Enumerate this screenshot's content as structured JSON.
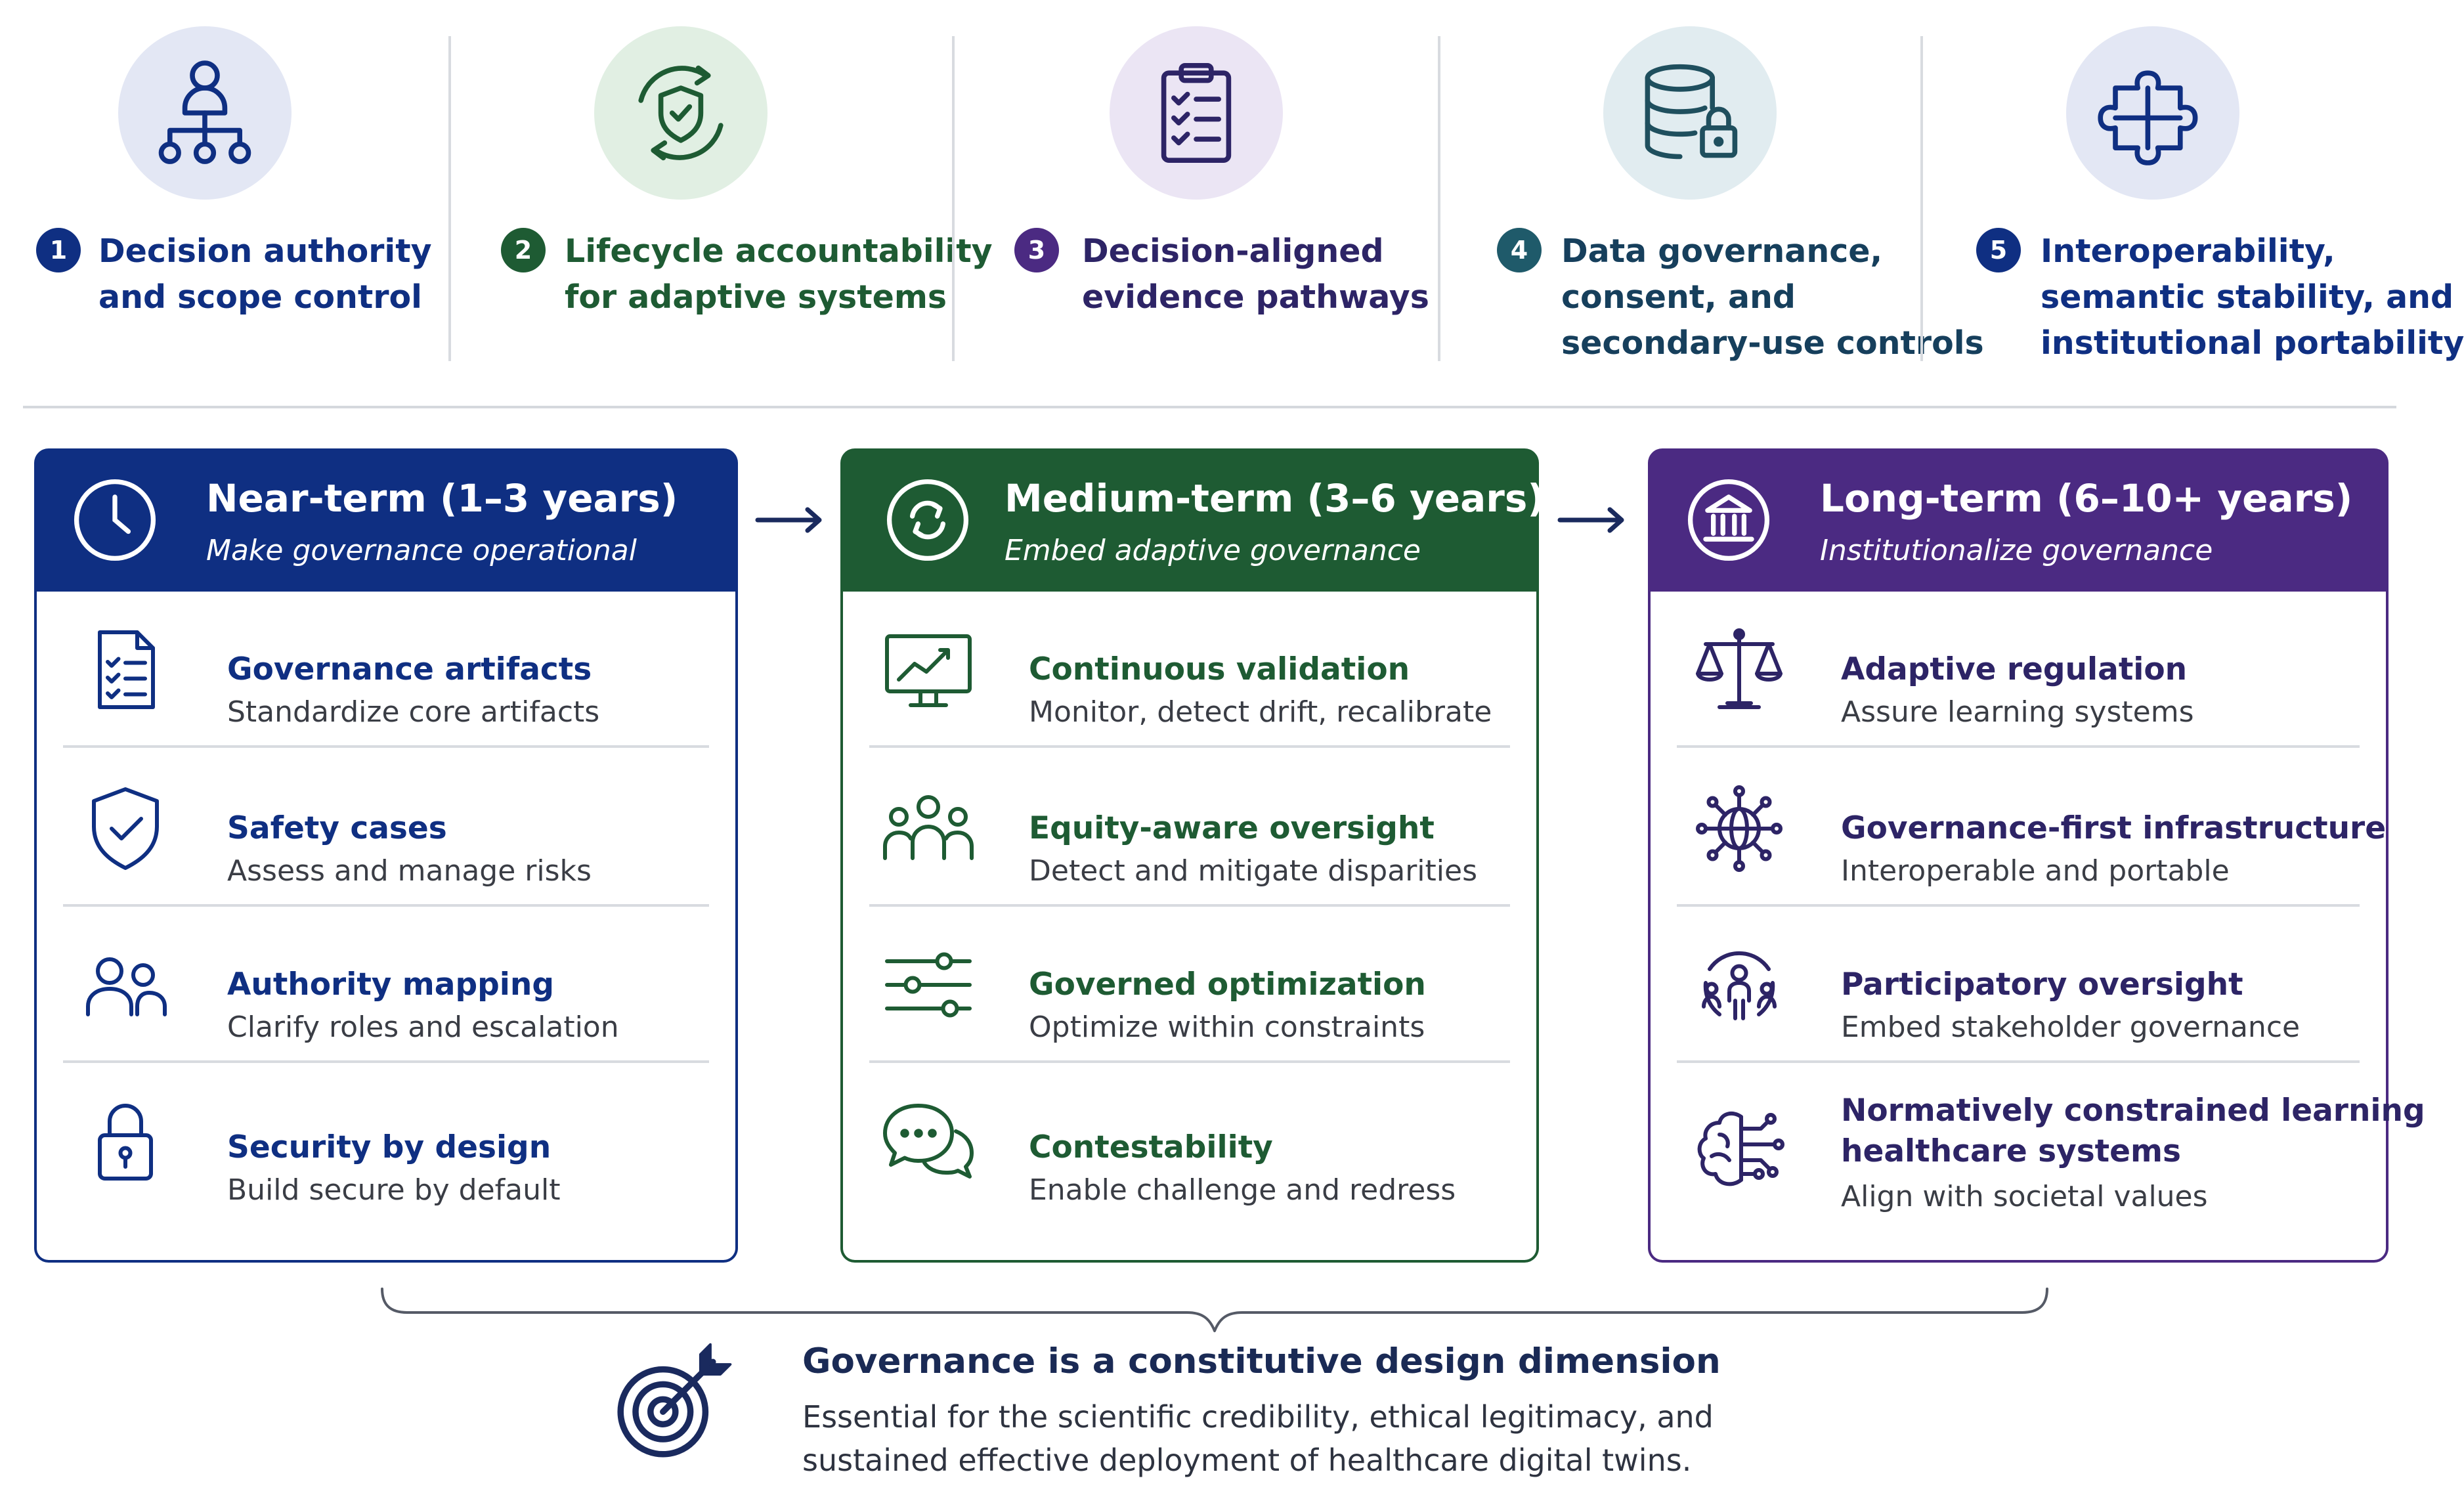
{
  "colors": {
    "blue": "#0f2f82",
    "green": "#1e5b33",
    "purple": "#4b2a82",
    "teal": "#1f5a6a",
    "blue_circle": "#e3e7f4",
    "green_circle": "#e1efe3",
    "purple_circle": "#ebe5f4",
    "teal_circle": "#e1ecf0"
  },
  "pillars": [
    {
      "number": "1",
      "title_lines": [
        "Decision authority",
        "and scope control"
      ],
      "icon": "org-hierarchy-icon"
    },
    {
      "number": "2",
      "title_lines": [
        "Lifecycle accountability",
        "for adaptive systems"
      ],
      "icon": "cycle-shield-icon"
    },
    {
      "number": "3",
      "title_lines": [
        "Decision-aligned",
        "evidence pathways"
      ],
      "icon": "clipboard-checklist-icon"
    },
    {
      "number": "4",
      "title_lines": [
        "Data governance,",
        "consent, and",
        "secondary-use controls"
      ],
      "icon": "database-lock-icon"
    },
    {
      "number": "5",
      "title_lines": [
        "Interoperability,",
        "semantic stability, and",
        "institutional portability"
      ],
      "icon": "puzzle-piece-icon"
    }
  ],
  "phases": [
    {
      "title": "Near-term (1–3 years)",
      "subtitle": "Make governance operational",
      "icon": "clock-icon",
      "items": [
        {
          "title_lines": [
            "Governance artifacts"
          ],
          "desc": "Standardize core artifacts",
          "icon": "document-checklist-icon"
        },
        {
          "title_lines": [
            "Safety cases"
          ],
          "desc": "Assess and manage risks",
          "icon": "shield-check-icon"
        },
        {
          "title_lines": [
            "Authority mapping"
          ],
          "desc": "Clarify roles and escalation",
          "icon": "people-icon"
        },
        {
          "title_lines": [
            "Security by design"
          ],
          "desc": "Build secure by default",
          "icon": "padlock-icon"
        }
      ]
    },
    {
      "title": "Medium-term  (3–6 years)",
      "subtitle": "Embed adaptive governance",
      "icon": "refresh-cycle-icon",
      "items": [
        {
          "title_lines": [
            "Continuous validation"
          ],
          "desc": "Monitor, detect drift, recalibrate",
          "icon": "monitor-chart-icon"
        },
        {
          "title_lines": [
            "Equity-aware oversight"
          ],
          "desc": "Detect and mitigate disparities",
          "icon": "group-icon"
        },
        {
          "title_lines": [
            "Governed optimization"
          ],
          "desc": "Optimize within constraints",
          "icon": "sliders-icon"
        },
        {
          "title_lines": [
            "Contestability"
          ],
          "desc": "Enable challenge and redress",
          "icon": "speech-bubbles-icon"
        }
      ]
    },
    {
      "title": "Long-term  (6–10+ years)",
      "subtitle": "Institutionalize governance",
      "icon": "institution-icon",
      "items": [
        {
          "title_lines": [
            "Adaptive regulation"
          ],
          "desc": "Assure learning systems",
          "icon": "scales-icon"
        },
        {
          "title_lines": [
            "Governance-first infrastructure"
          ],
          "desc": "Interoperable and portable",
          "icon": "network-globe-icon"
        },
        {
          "title_lines": [
            "Participatory oversight"
          ],
          "desc": "Embed stakeholder governance",
          "icon": "stakeholder-circle-icon"
        },
        {
          "title_lines": [
            "Normatively constrained learning",
            "healthcare systems"
          ],
          "desc": "Align with societal values",
          "icon": "brain-circuit-icon"
        }
      ]
    }
  ],
  "bottom": {
    "title": "Governance is a constitutive design dimension",
    "desc_lines": [
      "Essential for the scientific credibility, ethical legitimacy, and",
      "sustained effective deployment of healthcare digital twins."
    ],
    "icon": "target-arrow-icon"
  }
}
